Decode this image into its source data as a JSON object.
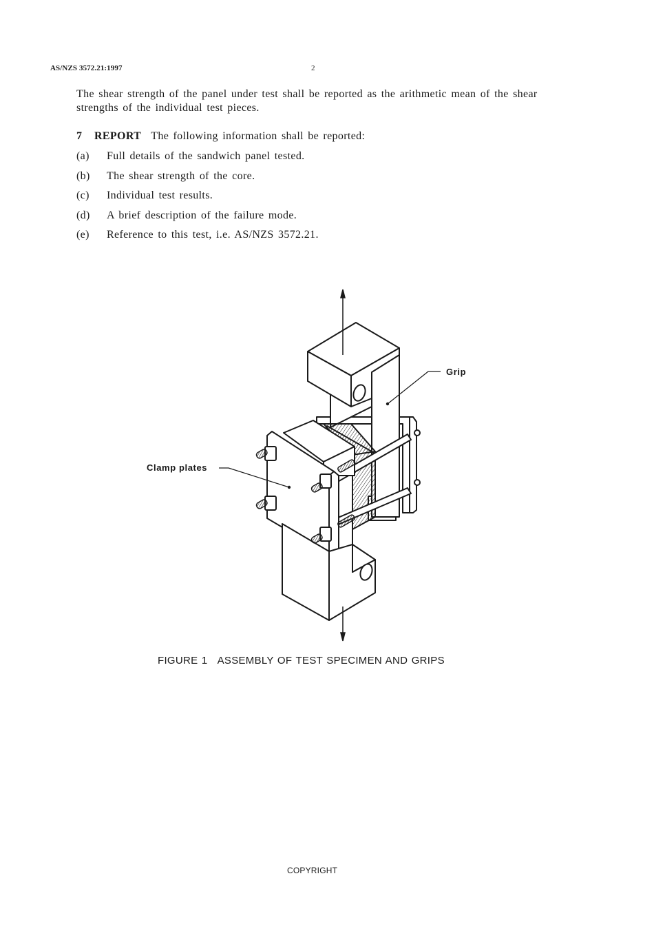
{
  "header": {
    "standard_id": "AS/NZS 3572.21:1997",
    "page_number": "2"
  },
  "body": {
    "paragraph": "The shear strength of the panel under test shall be reported as the arithmetic mean of the shear strengths of the individual test pieces.",
    "report_section": {
      "number": "7",
      "title": "REPORT",
      "intro": "The following information shall be reported:",
      "items": [
        {
          "label": "(a)",
          "text": "Full details of the sandwich panel tested."
        },
        {
          "label": "(b)",
          "text": "The shear strength of the core."
        },
        {
          "label": "(c)",
          "text": "Individual test results."
        },
        {
          "label": "(d)",
          "text": "A brief description of the failure mode."
        },
        {
          "label": "(e)",
          "text": "Reference to this test, i.e. AS/NZS 3572.21."
        }
      ]
    }
  },
  "figure": {
    "labels": {
      "grip": "Grip",
      "clamp_plates": "Clamp plates"
    },
    "caption_number": "FIGURE 1",
    "caption_title": "ASSEMBLY OF TEST SPECIMEN AND GRIPS"
  },
  "footer": {
    "text": "COPYRIGHT"
  }
}
